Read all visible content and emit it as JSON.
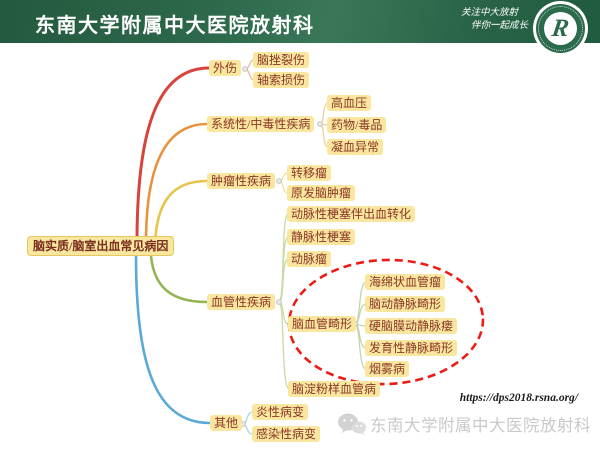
{
  "header": {
    "title": "东南大学附属中大医院放射科",
    "slogan_line1": "关注中大放射",
    "slogan_line2": "伴你一起成长",
    "logo_letter": "R",
    "bar_color": "#2E6A4C"
  },
  "mindmap": {
    "root": {
      "label": "脑实质/脑室出血常见病因"
    },
    "node_bg_color": "#F9E79F",
    "node_text_color": "#8B3626",
    "branches": [
      {
        "label": "外伤",
        "color": "#D8443C",
        "child_line_color": "#F2B3A5",
        "children": [
          {
            "label": "脑挫裂伤"
          },
          {
            "label": "轴索损伤"
          }
        ]
      },
      {
        "label": "系统性/中毒性疾病",
        "color": "#E8923D",
        "child_line_color": "#F5CBA0",
        "children": [
          {
            "label": "高血压"
          },
          {
            "label": "药物/毒品"
          },
          {
            "label": "凝血异常"
          }
        ]
      },
      {
        "label": "肿瘤性疾病",
        "color": "#E7C54B",
        "child_line_color": "#F2DFA0",
        "children": [
          {
            "label": "转移瘤"
          },
          {
            "label": "原发脑肿瘤"
          }
        ]
      },
      {
        "label": "血管性疾病",
        "color": "#93B554",
        "child_line_color": "#C8DBA4",
        "children": [
          {
            "label": "动脉性梗塞伴出血转化"
          },
          {
            "label": "静脉性梗塞"
          },
          {
            "label": "动脉瘤"
          },
          {
            "label": "脑血管畸形",
            "child_line_color": "#C5D3AE",
            "children": [
              {
                "label": "海绵状血管瘤"
              },
              {
                "label": "脑动静脉畸形"
              },
              {
                "label": "硬脑膜动静脉瘘"
              },
              {
                "label": "发育性静脉畸形"
              },
              {
                "label": "烟雾病"
              }
            ]
          },
          {
            "label": "脑淀粉样血管病"
          }
        ]
      },
      {
        "label": "其他",
        "color": "#5AA9D8",
        "child_line_color": "#AED5EC",
        "children": [
          {
            "label": "炎性病变"
          },
          {
            "label": "感染性病变"
          }
        ]
      }
    ],
    "highlight": {
      "shape": "dashed-ellipse",
      "color": "#EE1B14"
    }
  },
  "footer": {
    "url": "https://dps2018.rsna.org/",
    "wechat_label": "东南大学附属中大医院放射科"
  }
}
